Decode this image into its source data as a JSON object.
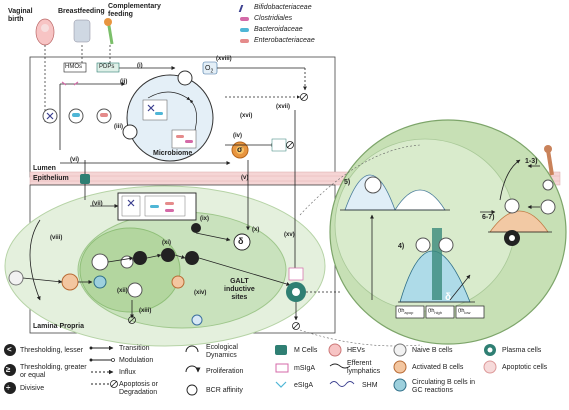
{
  "feeding": {
    "vaginal": [
      "Vaginal",
      "birth"
    ],
    "breastfeeding": "Breastfeeding",
    "complementary": [
      "Complementary",
      "feeding"
    ]
  },
  "bacteria_legend": [
    {
      "label": "Bifidobacteriaceae",
      "color": "#3b3f8f"
    },
    {
      "label": "Clostridiales",
      "color": "#d46aa8"
    },
    {
      "label": "Bacteroidaceae",
      "color": "#4fb6d6"
    },
    {
      "label": "Enterobacteriaceae",
      "color": "#e58b8b"
    }
  ],
  "labels": {
    "hmos": "HMOs",
    "pdps": "PDPs",
    "o2": "O",
    "o2_sub": "2",
    "sigma": "σ",
    "delta": "δ",
    "microbiome": "Microbiome",
    "lumen": "Lumen",
    "epithelium": "Epithelium",
    "lamina": "Lamina Propria",
    "galt": [
      "GALT",
      "inductive",
      "sites"
    ]
  },
  "roman": {
    "i": "(i)",
    "ii": "(ii)",
    "iii": "(iii)",
    "iv": "(iv)",
    "v": "(v)",
    "vi": "(vi)",
    "vii": "(vii)",
    "viii": "(viii)",
    "ix": "(ix)",
    "x": "(x)",
    "xi": "(xi)",
    "xii": "(xii)",
    "xiii": "(xiii)",
    "xiv": "(xiv)",
    "xv": "(xv)",
    "xvi": "(xvi)",
    "xvii": "(xvii)",
    "xviii": "(xviii)"
  },
  "steps": {
    "s5": "5)",
    "s4": "4)",
    "s67": "6-7)",
    "s13": "1-3)"
  },
  "thresholds": {
    "t1": "(th",
    "t1_sub": "apop",
    "t2": "(th",
    "t2_sub": "high",
    "t3": "(th",
    "t3_sub": "low"
  },
  "legend": {
    "col1": [
      "Thresholding, lesser",
      "Thresholding, greater or equal",
      "Divisive"
    ],
    "col1_sym": [
      "<",
      "≥",
      "÷"
    ],
    "col2": [
      "Transition",
      "Modulation",
      "Influx",
      "Apoptosis or Degradation"
    ],
    "col3": [
      "Ecological Dynamics",
      "Proliferation",
      "BCR affinity"
    ],
    "col4": [
      "M Cells",
      "mSIgA",
      "eSIgA"
    ],
    "col5": [
      "HEVs",
      "Efferent lymphatics",
      "SHM"
    ],
    "col6": [
      "Naive B cells",
      "Activated B cells",
      "Circulating B cells in GC reactions"
    ],
    "col7": [
      "Plasma cells",
      "Apoptotic cells"
    ]
  },
  "colors": {
    "lamina": "#e9f3e4",
    "galt": "#c9e2bd",
    "galt_inner": "#a9d096",
    "epithelium": "#f5d5d5",
    "lymph_node": "#c7e0b5",
    "microbiome": "#d9e8f3",
    "accent_teal": "#2f7f73",
    "accent_orange": "#e8953f"
  }
}
